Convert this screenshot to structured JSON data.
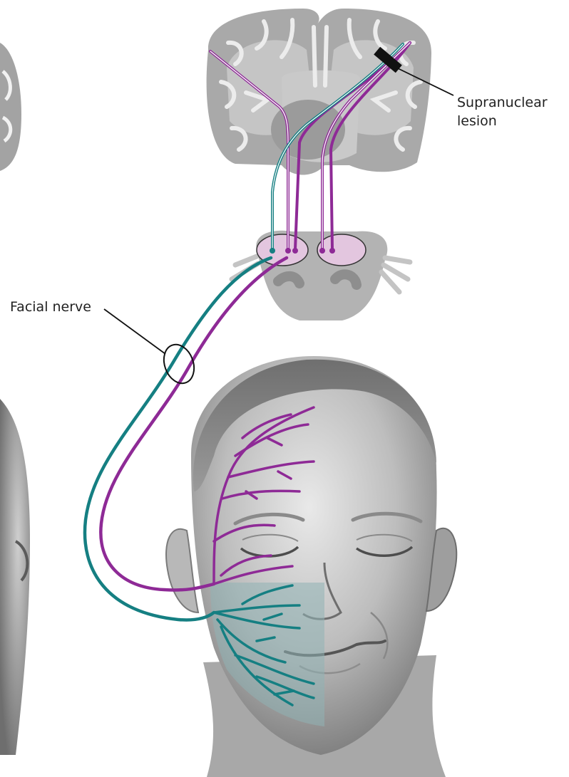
{
  "labels": {
    "facial_nerve": "Facial nerve",
    "supranuclear_line1": "Supranuclear",
    "supranuclear_line2": "lesion"
  },
  "colors": {
    "upper_motor_pathway": "#8e2a96",
    "lower_motor_pathway": "#157f82",
    "brain_gray": "#a7a7a7",
    "nucleus_fill": "#e3c6df",
    "shaded_lower_face": "#8fb3b5",
    "lesion_marker": "#111111"
  },
  "icons": [
    "brain-coronal-section",
    "brainstem-section",
    "face-illustration",
    "lesion-marker"
  ]
}
